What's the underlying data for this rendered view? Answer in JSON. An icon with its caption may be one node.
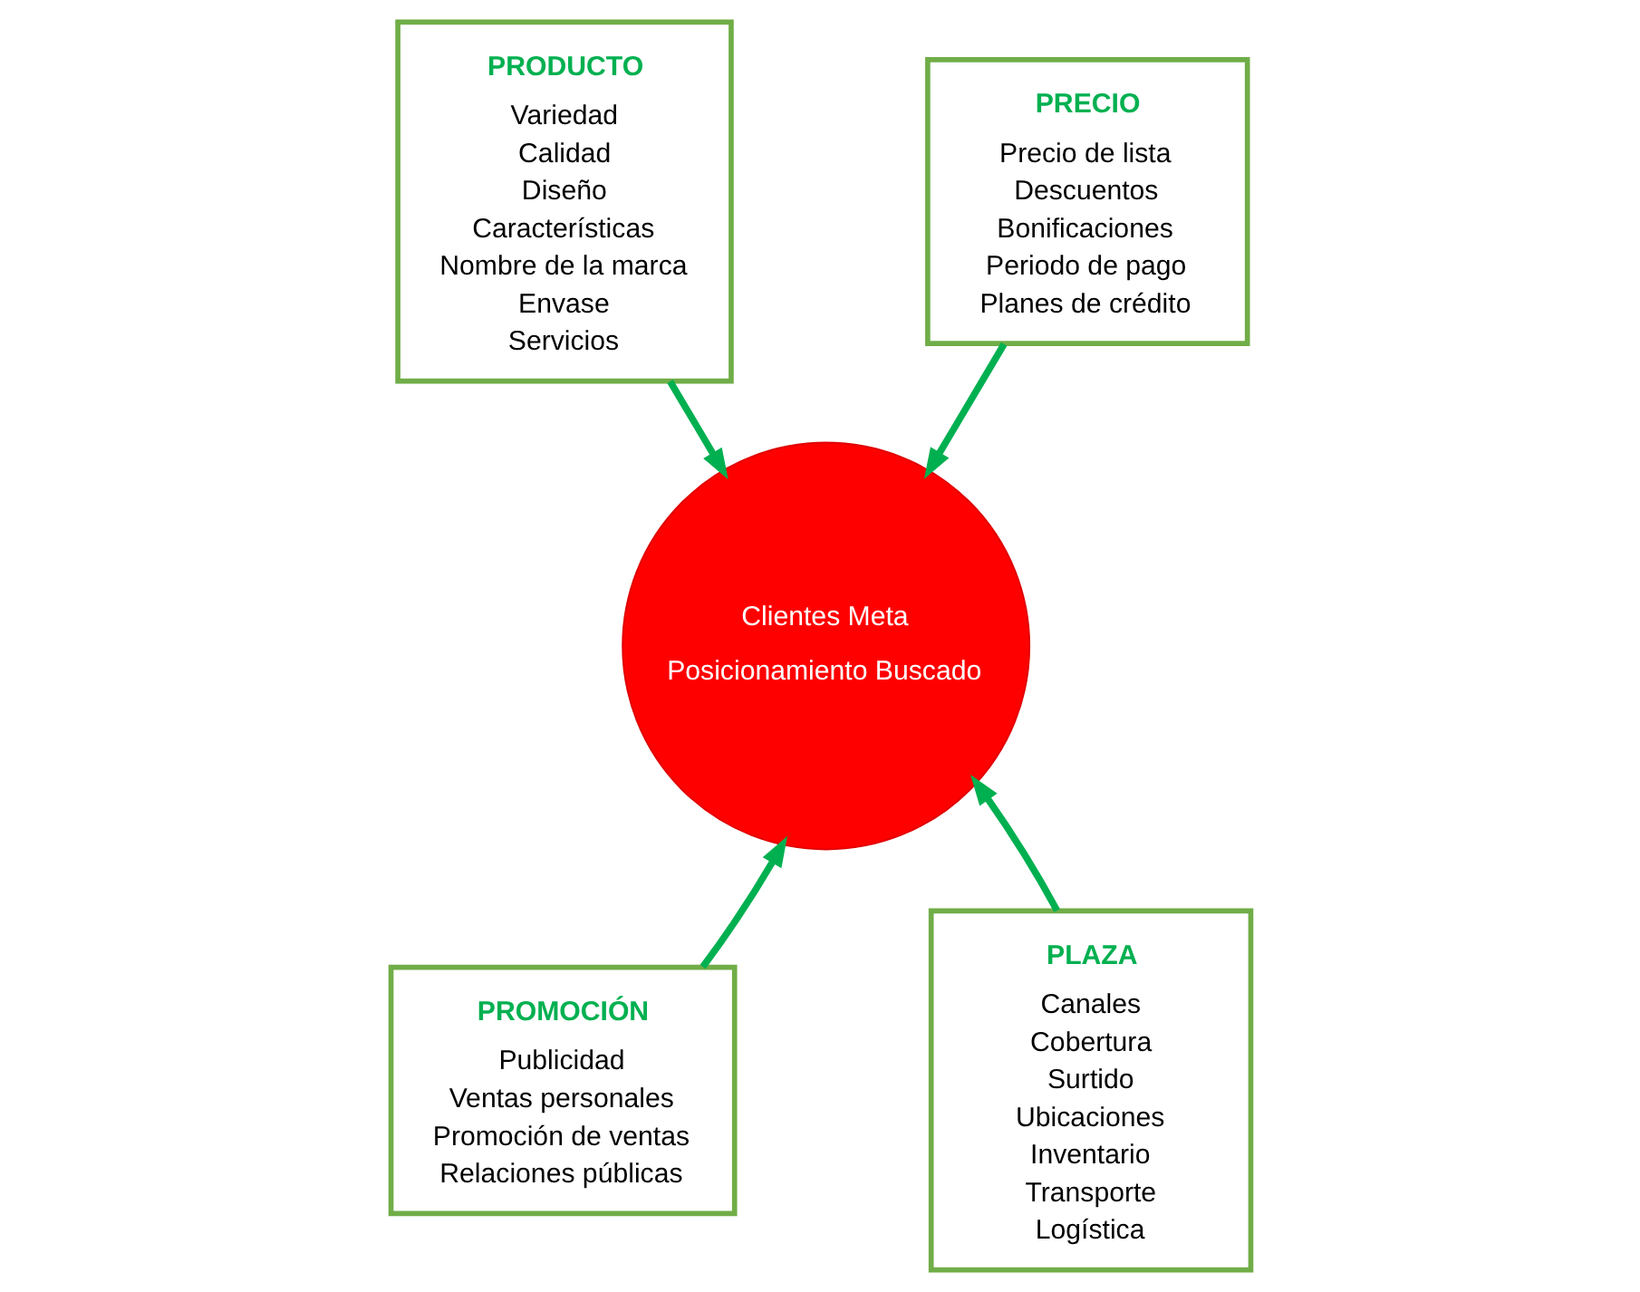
{
  "diagram": {
    "nodes": [
      {
        "text": [
          "PRODUCTO",
          "Variedad",
          "Calidad",
          "Diseño",
          "Características",
          "Nombre de la marca",
          "Envase",
          "Servicios"
        ]
      },
      {
        "text": [
          "PRECIO",
          "Precio de lista",
          "Descuentos",
          "Bonificaciones",
          "Periodo de pago",
          "Planes de crédito"
        ]
      },
      {
        "text": [
          "Clientes Meta",
          "Posicionamiento Buscado"
        ]
      },
      {
        "text": [
          "PROMOCIÓN",
          "Publicidad",
          "Ventas personales",
          "Promoción de ventas",
          "Relaciones públicas"
        ]
      },
      {
        "text": [
          "PLAZA",
          "Canales",
          "Cobertura",
          "Surtido",
          "Ubicaciones",
          "Inventario",
          "Transporte",
          "Logística"
        ]
      }
    ],
    "edges": [
      {
        "from": 0,
        "to": 2,
        "arrow": "to",
        "color": "#00b050"
      },
      {
        "from": 1,
        "to": 2,
        "arrow": "to",
        "color": "#00b050"
      },
      {
        "from": 3,
        "to": 2,
        "arrow": "to",
        "color": "#00b050"
      },
      {
        "from": 4,
        "to": 2,
        "arrow": "to",
        "color": "#00b050"
      }
    ]
  }
}
